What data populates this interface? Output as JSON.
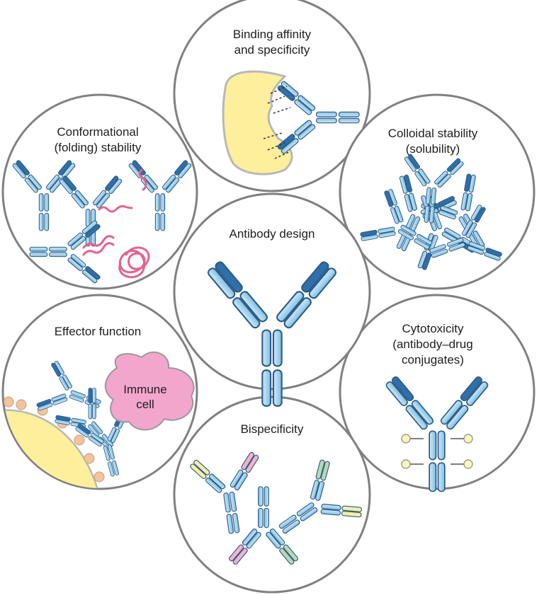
{
  "diagram": {
    "center": {
      "label": "Antibody design"
    },
    "properties": [
      {
        "id": "binding",
        "lines": [
          "Binding affinity",
          "and specificity"
        ]
      },
      {
        "id": "colloidal",
        "lines": [
          "Colloidal stability",
          "(solubility)"
        ]
      },
      {
        "id": "cytotoxicity",
        "lines": [
          "Cytotoxicity",
          "(antibody–drug",
          "conjugates)"
        ]
      },
      {
        "id": "bispecificity",
        "lines": [
          "Bispecificity"
        ]
      },
      {
        "id": "effector",
        "lines": [
          "Effector function"
        ],
        "cell_label": [
          "Immune",
          "cell"
        ]
      },
      {
        "id": "conformational",
        "lines": [
          "Conformational",
          "(folding) stability"
        ]
      }
    ],
    "colors": {
      "ring_stroke": "#808080",
      "domain_light": "#a8d4ee",
      "domain_dark": "#2f6faa",
      "domain_outline": "#2e5d86",
      "antigen_fill": "#fdef9c",
      "immune_cell_fill": "#f3a6cc",
      "unfolded_chain": "#e6628e",
      "fc_receptor": "#f2c49e",
      "drug_payload": "#fbf5bd",
      "bispecific_yellow": "#f3eea5",
      "bispecific_pink": "#f2b3cc",
      "bispecific_green": "#b6d8b4"
    }
  }
}
